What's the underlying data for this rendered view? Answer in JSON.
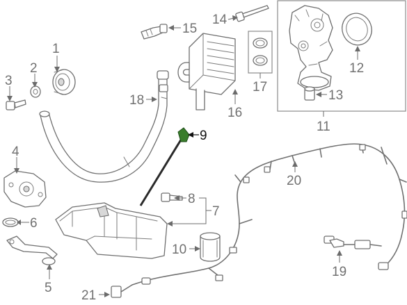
{
  "diagram": {
    "highlight_color": "#3a7d2c",
    "callouts": [
      "1",
      "2",
      "3",
      "4",
      "5",
      "6",
      "7",
      "8",
      "9",
      "10",
      "11",
      "12",
      "13",
      "14",
      "15",
      "16",
      "17",
      "18",
      "19",
      "20",
      "21"
    ]
  }
}
